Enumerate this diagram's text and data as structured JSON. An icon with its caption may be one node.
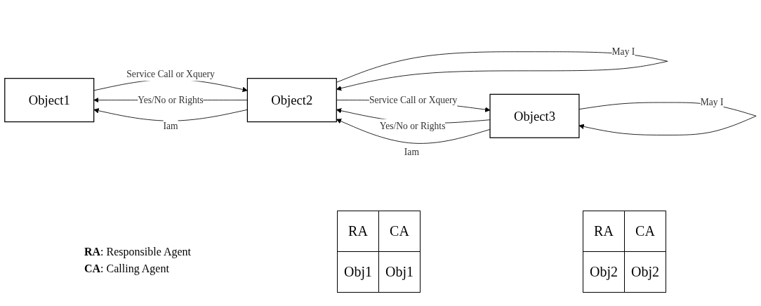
{
  "diagram": {
    "nodes": [
      {
        "text": [
          "Object1"
        ]
      },
      {
        "text": [
          "Object2"
        ]
      },
      {
        "text": [
          "Object3"
        ]
      }
    ],
    "edges": [
      {
        "from": 0,
        "to": 1,
        "arrow": "to",
        "label": "Service Call or Xquery"
      },
      {
        "from": 1,
        "to": 0,
        "arrow": "to",
        "label": "Yes/No or Rights"
      },
      {
        "from": 1,
        "to": 1,
        "arrow": "to",
        "label": "May I"
      },
      {
        "from": 1,
        "to": 0,
        "arrow": "to",
        "label": "Iam"
      },
      {
        "from": 1,
        "to": 2,
        "arrow": "to",
        "label": "Service Call or Xquery"
      },
      {
        "from": 2,
        "to": 1,
        "arrow": "to",
        "label": "Yes/No or Rights"
      },
      {
        "from": 2,
        "to": 2,
        "arrow": "to",
        "label": "May I"
      },
      {
        "from": 2,
        "to": 1,
        "arrow": "to",
        "label": "Iam"
      }
    ],
    "labels": [
      "RA",
      "CA",
      "Obj1",
      "Obj1",
      "RA",
      "CA",
      "Obj2",
      "Obj2",
      "**RA**: Responsible Agent",
      "**CA**: Calling Agent"
    ]
  }
}
